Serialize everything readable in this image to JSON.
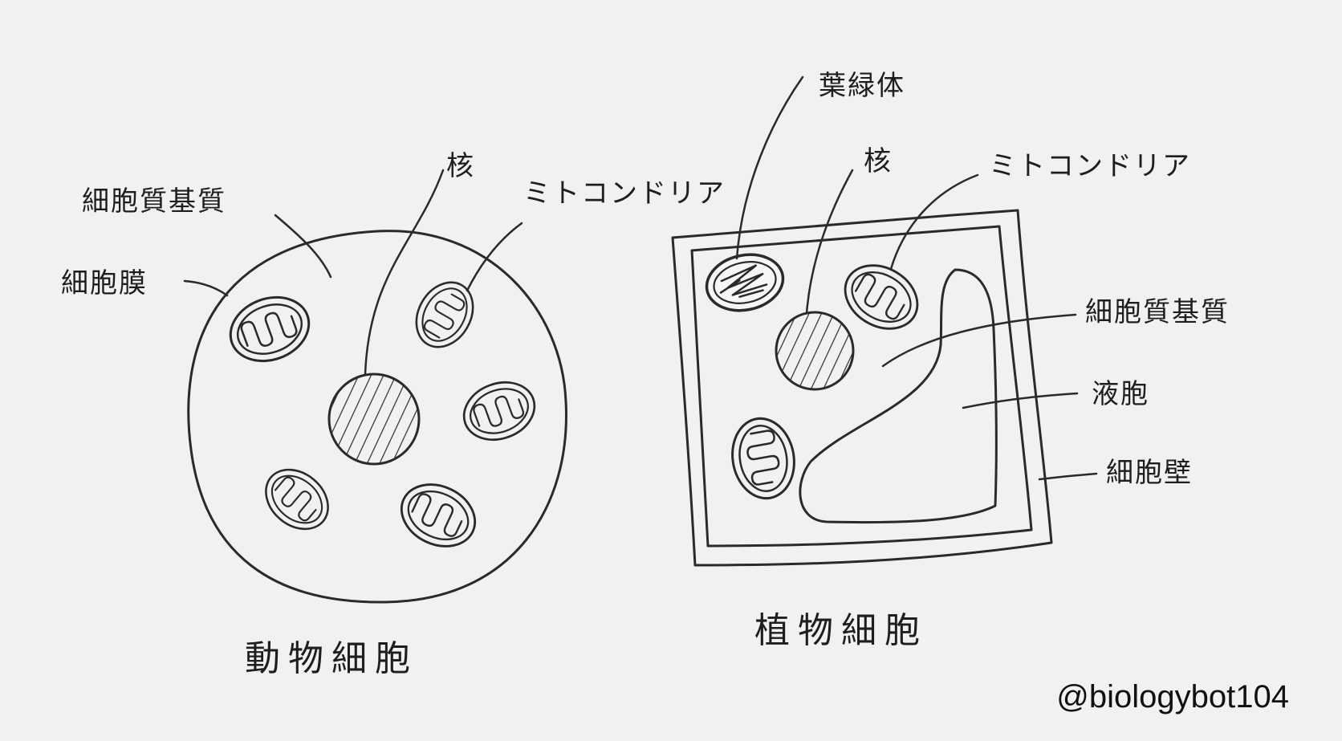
{
  "animal": {
    "title": "動物細胞",
    "labels": {
      "cytoplasmic_matrix": "細胞質基質",
      "cell_membrane": "細胞膜",
      "nucleus": "核",
      "mitochondria": "ミトコンドリア"
    }
  },
  "plant": {
    "title": "植物細胞",
    "labels": {
      "chloroplast": "葉緑体",
      "nucleus": "核",
      "mitochondria": "ミトコンドリア",
      "cytoplasmic_matrix": "細胞質基質",
      "vacuole": "液胞",
      "cell_wall": "細胞壁"
    }
  },
  "credit": "@biologybot104"
}
